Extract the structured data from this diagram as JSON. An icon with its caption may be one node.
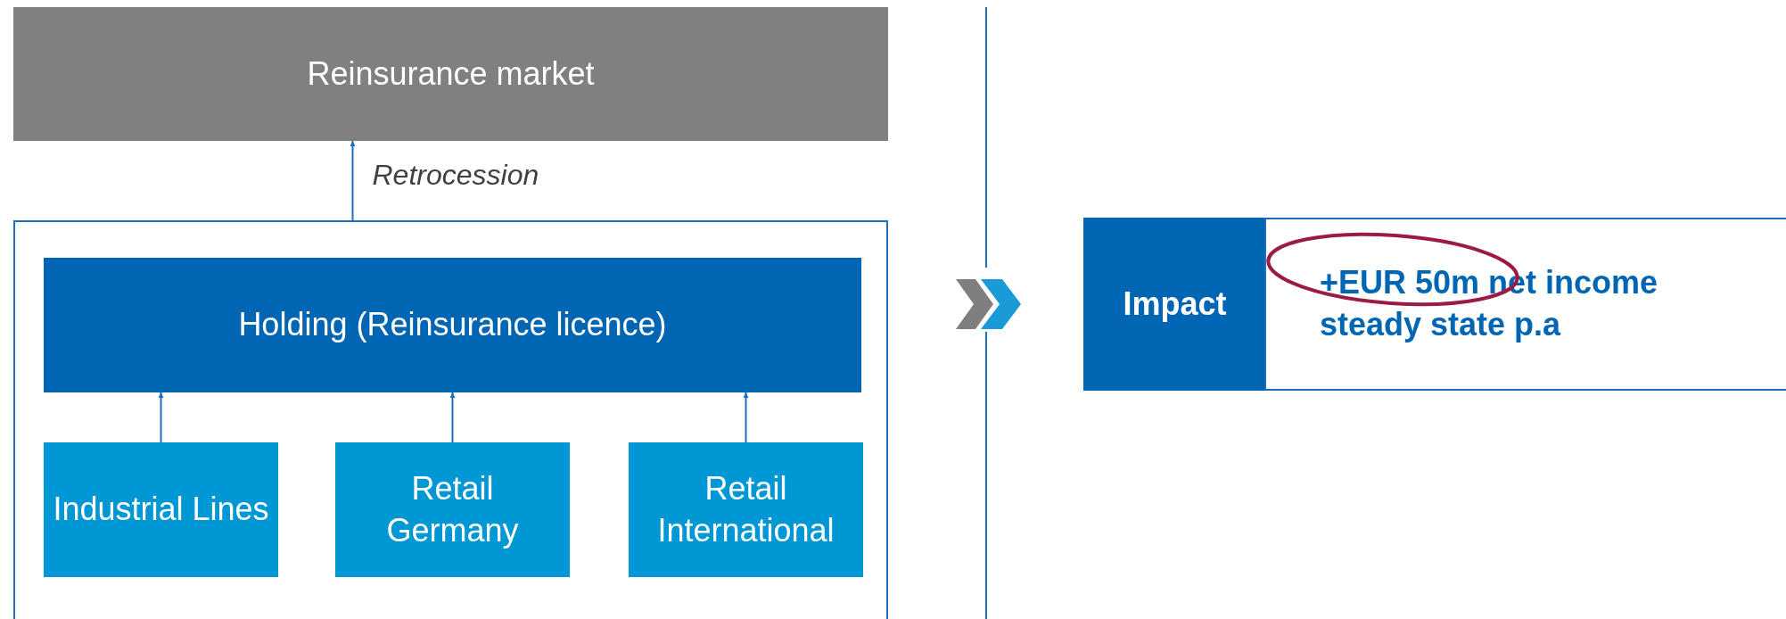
{
  "diagram": {
    "nodes": [
      {
        "text": [
          "Reinsurance market"
        ]
      },
      {
        "text": [],
        "shape": "box"
      },
      {
        "text": [
          "Holding (Reinsurance licence)"
        ],
        "in": 1
      },
      {
        "text": [
          "Industrial Lines"
        ],
        "in": 1
      },
      {
        "text": [
          "Retail Germany"
        ],
        "in": 1
      },
      {
        "text": [
          "Retail International"
        ],
        "in": 1
      },
      {
        "text": [
          "Impact"
        ]
      },
      {
        "text": [
          "+EUR 50m net income steady state p.a"
        ]
      }
    ],
    "edges": [
      {
        "from": 3,
        "to": 2,
        "arrow": "to"
      },
      {
        "from": 4,
        "to": 2,
        "arrow": "to"
      },
      {
        "from": 5,
        "to": 2,
        "arrow": "to"
      },
      {
        "from": 1,
        "to": 0,
        "arrow": "to",
        "label": "Retrocession"
      }
    ]
  }
}
